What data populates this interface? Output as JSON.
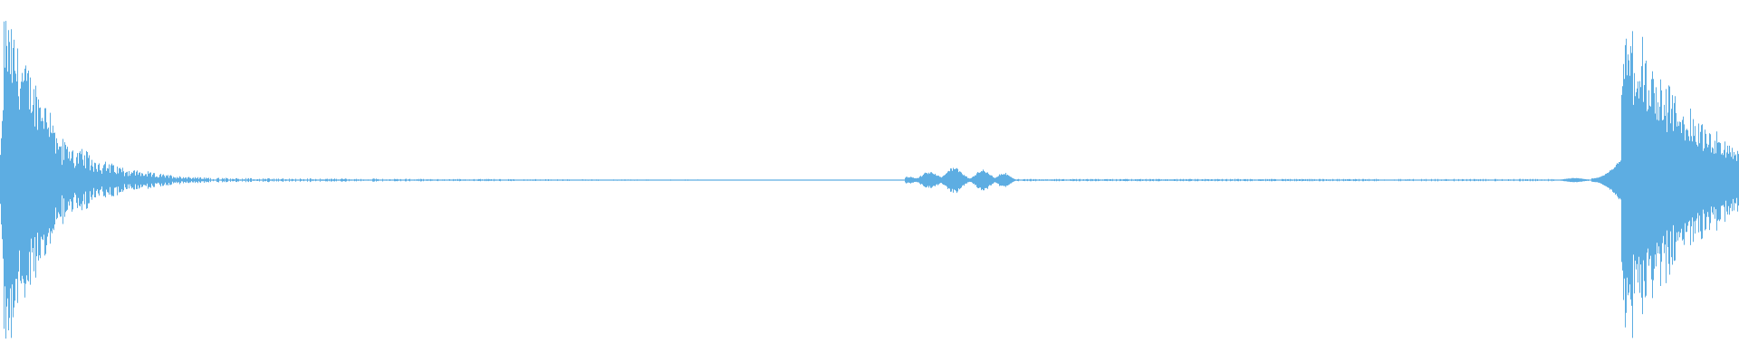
{
  "waveform": {
    "color": "#5dade2",
    "background": "#ffffff",
    "segments": [
      {
        "label": "transient-start",
        "start": 0.0,
        "end": 0.12,
        "peak": 0.98,
        "decay": "exponential"
      },
      {
        "label": "silence-tail-start",
        "start": 0.12,
        "end": 0.52,
        "peak": 0.01,
        "decay": "flat"
      },
      {
        "label": "burst-middle",
        "start": 0.52,
        "end": 0.585,
        "peak": 0.07,
        "decay": "bumps"
      },
      {
        "label": "silence-tail-end",
        "start": 0.585,
        "end": 0.915,
        "peak": 0.005,
        "decay": "flat"
      },
      {
        "label": "transient-end",
        "start": 0.915,
        "end": 1.0,
        "peak": 0.98,
        "decay": "exponential"
      }
    ]
  }
}
